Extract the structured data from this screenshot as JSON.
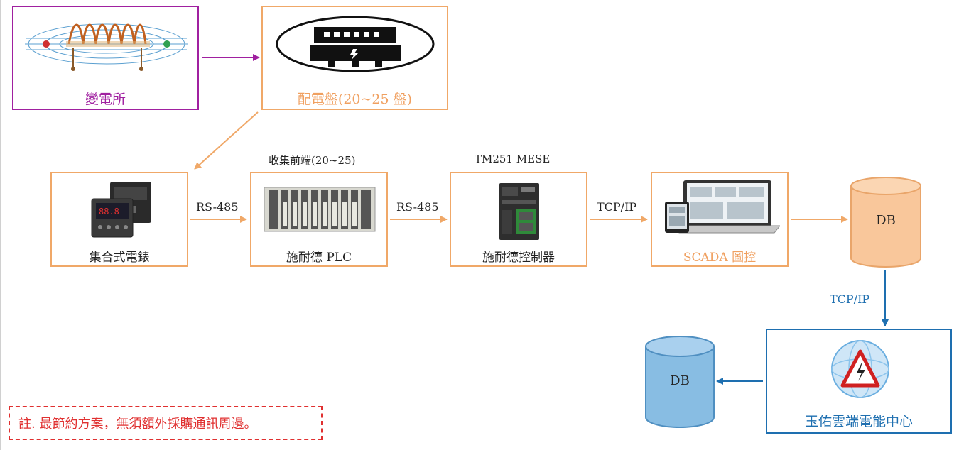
{
  "nodes": {
    "substation": {
      "label": "變電所"
    },
    "distribution_panel": {
      "label": "配電盤(20~25 盤)"
    },
    "multi_meter": {
      "label": "集合式電錶"
    },
    "plc": {
      "label": "施耐德 PLC",
      "caption": "收集前端(20~25)"
    },
    "controller": {
      "label": "施耐德控制器",
      "caption": "TM251 MESE"
    },
    "scada": {
      "label": "SCADA 圖控"
    },
    "db_main": {
      "label": "DB"
    },
    "cloud_center": {
      "label": "玉佑雲端電能中心"
    },
    "db_cloud": {
      "label": "DB"
    }
  },
  "edges": {
    "meter_plc": "RS-485",
    "plc_controller": "RS-485",
    "controller_scada": "TCP/IP",
    "db_cloud": "TCP/IP"
  },
  "note": "註. 最節約方案，無須額外採購通訊周邊。",
  "colors": {
    "orange": "#f0a868",
    "purple": "#a020a0",
    "blue": "#1e6fb0",
    "red": "#e03030"
  }
}
